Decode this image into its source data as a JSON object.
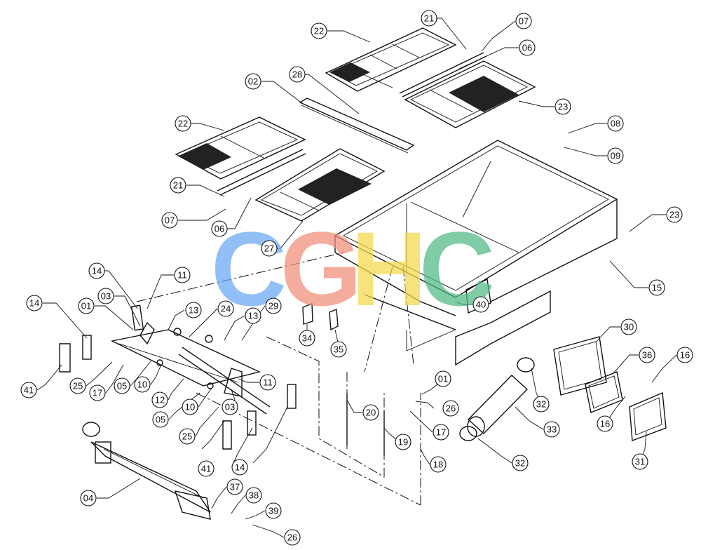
{
  "watermark": {
    "letters": [
      {
        "char": "C",
        "color": "#6aa7f5"
      },
      {
        "char": "G",
        "color": "#f08d78"
      },
      {
        "char": "H",
        "color": "#f5d94a"
      },
      {
        "char": "C",
        "color": "#4fb985"
      }
    ]
  },
  "callouts": [
    "22",
    "21",
    "07",
    "06",
    "28",
    "02",
    "23",
    "22",
    "08",
    "09",
    "21",
    "07",
    "06",
    "23",
    "27",
    "14",
    "11",
    "15",
    "14",
    "01",
    "03",
    "13",
    "24",
    "13",
    "29",
    "40",
    "34",
    "35",
    "30",
    "36",
    "16",
    "41",
    "25",
    "17",
    "05",
    "10",
    "12",
    "11",
    "05",
    "10",
    "03",
    "25",
    "20",
    "26",
    "01",
    "17",
    "41",
    "14",
    "19",
    "18",
    "32",
    "33",
    "32",
    "16",
    "31",
    "04",
    "37",
    "38",
    "39",
    "26"
  ]
}
